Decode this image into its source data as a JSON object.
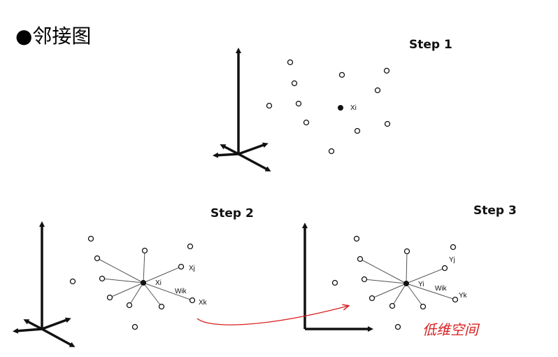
{
  "heading": "●邻接图",
  "steps": [
    {
      "title": "Step 1",
      "center_label": "Xi"
    },
    {
      "title": "Step 2",
      "center_label": "Xi",
      "neighbor_labels": [
        "Xj",
        "Wik",
        "Xk"
      ]
    },
    {
      "title": "Step 3",
      "center_label": "Yi",
      "neighbor_labels": [
        "Yj",
        "Wik",
        "Yk"
      ]
    }
  ],
  "arrow_note": "低维空间",
  "colors": {
    "ink": "#111111",
    "arrow": "#d92020"
  }
}
